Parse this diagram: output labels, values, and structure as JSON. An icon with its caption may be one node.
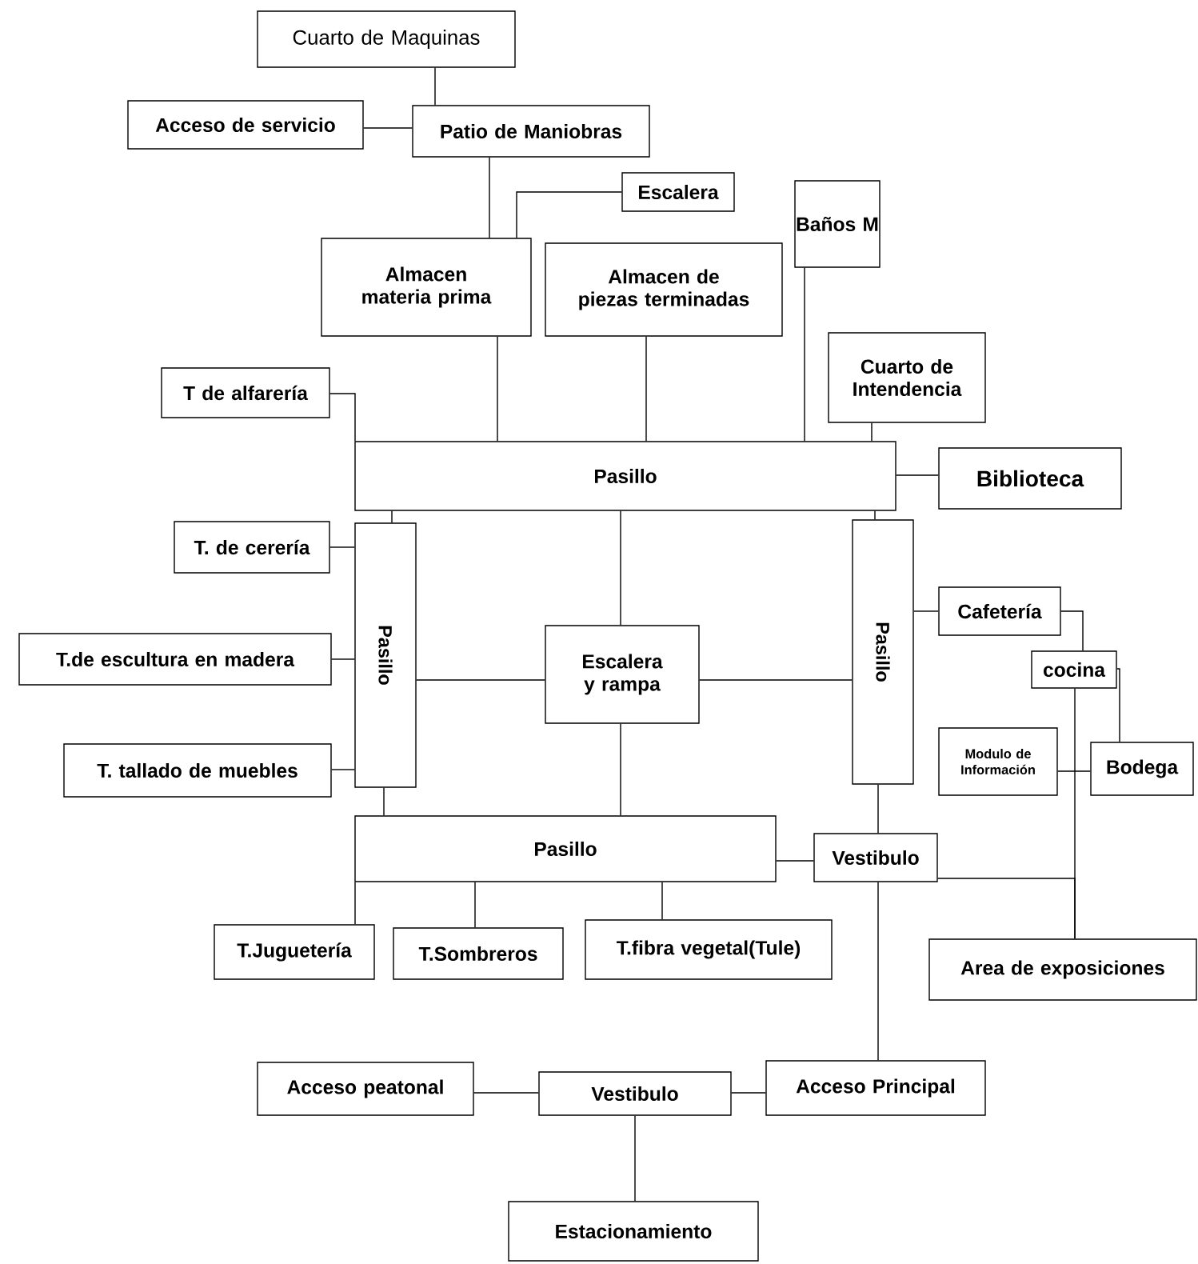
{
  "diagram": {
    "nodes": [
      {
        "text": [
          "Cuarto de Maquinas"
        ]
      },
      {
        "text": [
          "Acceso de servicio"
        ]
      },
      {
        "text": [
          "Patio de Maniobras"
        ]
      },
      {
        "text": [
          "Escalera"
        ]
      },
      {
        "text": [
          "Baños M"
        ]
      },
      {
        "text": [
          "Almacen materia prima"
        ]
      },
      {
        "text": [
          "Almacen de piezas terminadas"
        ]
      },
      {
        "text": [
          "Cuarto de Intendencia"
        ]
      },
      {
        "text": [
          "T de alfarería"
        ]
      },
      {
        "text": [
          "Pasillo"
        ]
      },
      {
        "text": [
          "Biblioteca"
        ]
      },
      {
        "text": [
          "T. de cerería"
        ]
      },
      {
        "text": [
          "Pasillo"
        ]
      },
      {
        "text": [
          "Pasillo"
        ]
      },
      {
        "text": [
          "Cafetería"
        ]
      },
      {
        "text": [
          "T.de escultura en madera"
        ]
      },
      {
        "text": [
          "Escalera y rampa"
        ]
      },
      {
        "text": [
          "cocina"
        ]
      },
      {
        "text": [
          "Modulo de Información"
        ]
      },
      {
        "text": [
          "Bodega"
        ]
      },
      {
        "text": [
          "T. tallado de  muebles"
        ]
      },
      {
        "text": [
          "Pasillo"
        ]
      },
      {
        "text": [
          "Vestibulo"
        ]
      },
      {
        "text": [
          "T.Juguetería"
        ]
      },
      {
        "text": [
          "T.Sombreros"
        ]
      },
      {
        "text": [
          "T.fibra vegetal(Tule)"
        ]
      },
      {
        "text": [
          "Area de exposiciones"
        ]
      },
      {
        "text": [
          "Acceso peatonal"
        ]
      },
      {
        "text": [
          "Vestibulo"
        ]
      },
      {
        "text": [
          "Acceso Principal"
        ]
      },
      {
        "text": [
          "Estacionamiento"
        ]
      }
    ],
    "edges": [
      {
        "from": 0,
        "to": 2,
        "arrow": "none"
      },
      {
        "from": 1,
        "to": 2,
        "arrow": "none"
      },
      {
        "from": 2,
        "to": 5,
        "arrow": "none"
      },
      {
        "from": 3,
        "to": 5,
        "arrow": "none"
      },
      {
        "from": 5,
        "to": 9,
        "arrow": "none"
      },
      {
        "from": 6,
        "to": 9,
        "arrow": "none"
      },
      {
        "from": 4,
        "to": 9,
        "arrow": "none"
      },
      {
        "from": 7,
        "to": 9,
        "arrow": "none"
      },
      {
        "from": 8,
        "to": 9,
        "arrow": "none"
      },
      {
        "from": 9,
        "to": 10,
        "arrow": "none"
      },
      {
        "from": 9,
        "to": 12,
        "arrow": "none"
      },
      {
        "from": 9,
        "to": 16,
        "arrow": "none"
      },
      {
        "from": 9,
        "to": 13,
        "arrow": "none"
      },
      {
        "from": 11,
        "to": 12,
        "arrow": "none"
      },
      {
        "from": 15,
        "to": 12,
        "arrow": "none"
      },
      {
        "from": 20,
        "to": 12,
        "arrow": "none"
      },
      {
        "from": 12,
        "to": 16,
        "arrow": "none"
      },
      {
        "from": 16,
        "to": 13,
        "arrow": "none"
      },
      {
        "from": 12,
        "to": 21,
        "arrow": "none"
      },
      {
        "from": 16,
        "to": 21,
        "arrow": "none"
      },
      {
        "from": 13,
        "to": 14,
        "arrow": "none"
      },
      {
        "from": 13,
        "to": 22,
        "arrow": "none"
      },
      {
        "from": 14,
        "to": 17,
        "arrow": "none"
      },
      {
        "from": 17,
        "to": 19,
        "arrow": "none"
      },
      {
        "from": 18,
        "to": 19,
        "arrow": "none"
      },
      {
        "from": 17,
        "to": 26,
        "arrow": "none"
      },
      {
        "from": 22,
        "to": 26,
        "arrow": "none"
      },
      {
        "from": 21,
        "to": 22,
        "arrow": "none"
      },
      {
        "from": 21,
        "to": 23,
        "arrow": "none"
      },
      {
        "from": 21,
        "to": 24,
        "arrow": "none"
      },
      {
        "from": 21,
        "to": 25,
        "arrow": "none"
      },
      {
        "from": 22,
        "to": 29,
        "arrow": "none"
      },
      {
        "from": 27,
        "to": 28,
        "arrow": "none"
      },
      {
        "from": 28,
        "to": 29,
        "arrow": "none"
      },
      {
        "from": 28,
        "to": 30,
        "arrow": "none"
      }
    ]
  }
}
